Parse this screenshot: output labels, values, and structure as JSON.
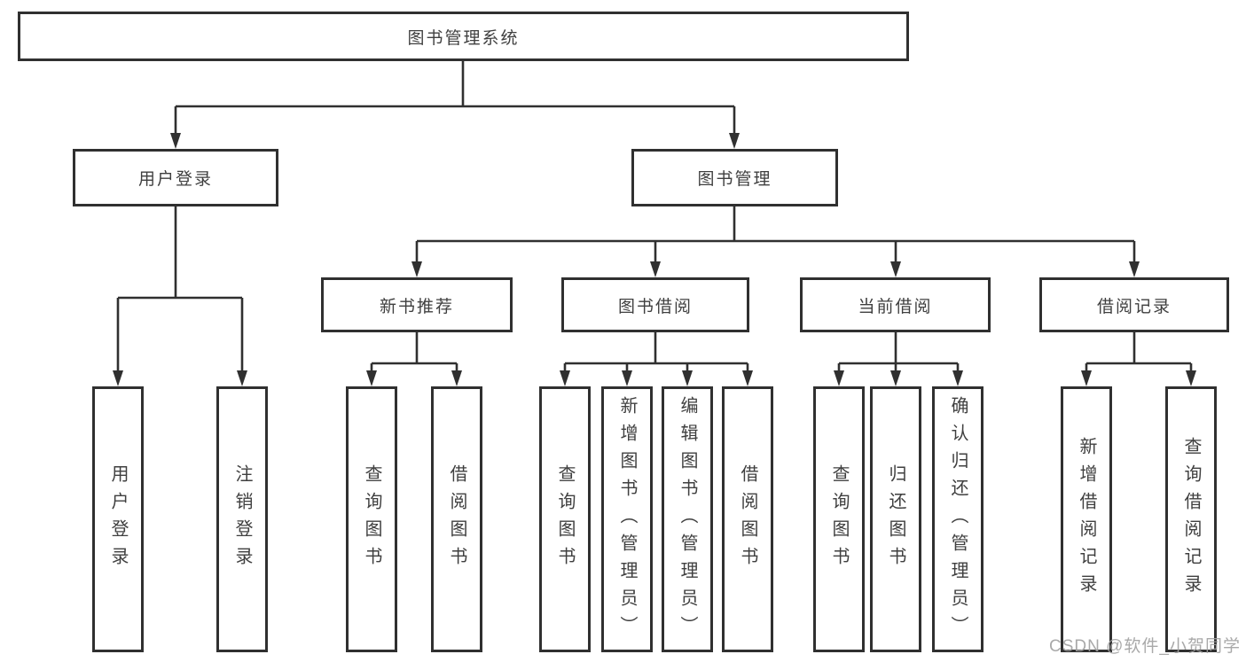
{
  "nodes": {
    "root": "图书管理系统",
    "l2": [
      "用户登录",
      "图书管理"
    ],
    "l3": [
      "新书推荐",
      "图书借阅",
      "当前借阅",
      "借阅记录"
    ],
    "leaves_user": [
      "用户登录",
      "注销登录"
    ],
    "leaves_newbook": [
      "查询图书",
      "借阅图书"
    ],
    "leaves_borrow": [
      "查询图书",
      "新增图书（管理员）",
      "编辑图书（管理员）",
      "借阅图书"
    ],
    "leaves_current": [
      "查询图书",
      "归还图书",
      "确认归还（管理员）"
    ],
    "leaves_records": [
      "新增借阅记录",
      "查询借阅记录"
    ]
  },
  "watermark": "CSDN @软件_小贺同学",
  "colors": {
    "line": "#303030",
    "text": "#3f3f3f",
    "watermark": "#a0a0a0",
    "background": "#ffffff"
  }
}
